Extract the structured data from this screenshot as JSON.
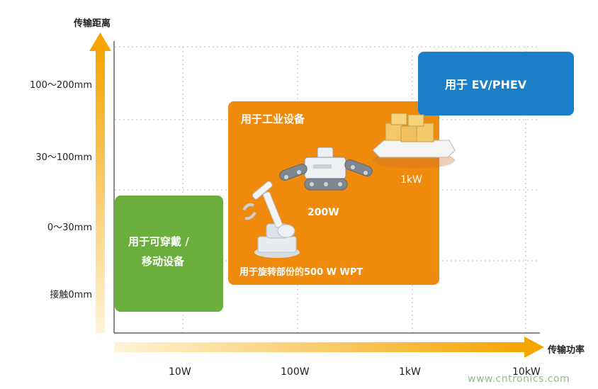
{
  "y_axis": {
    "title": "传输距离",
    "labels": [
      "100～200mm",
      "30～100mm",
      "0～30mm",
      "接触0mm"
    ]
  },
  "x_axis": {
    "title": "传输功率",
    "labels": [
      "10W",
      "100W",
      "1kW",
      "10kW"
    ]
  },
  "regions": {
    "wearable": {
      "line1": "用于可穿戴 /",
      "line2": "移动设备",
      "color": "#6aaf3c"
    },
    "industrial": {
      "title": "用于工业设备",
      "label_200w": "200W",
      "label_1kw": "1kW",
      "label_500w": "用于旋转部份的500 W WPT",
      "color": "#f08a0c"
    },
    "ev": {
      "title": "用于 EV/PHEV",
      "color": "#1a7fc8"
    }
  },
  "icons": {
    "robot_arm": "industrial-robot-arm-icon",
    "mobile_robot": "mobile-robot-icon",
    "agv": "agv-cargo-icon"
  },
  "watermark": "www.cntronics.com"
}
